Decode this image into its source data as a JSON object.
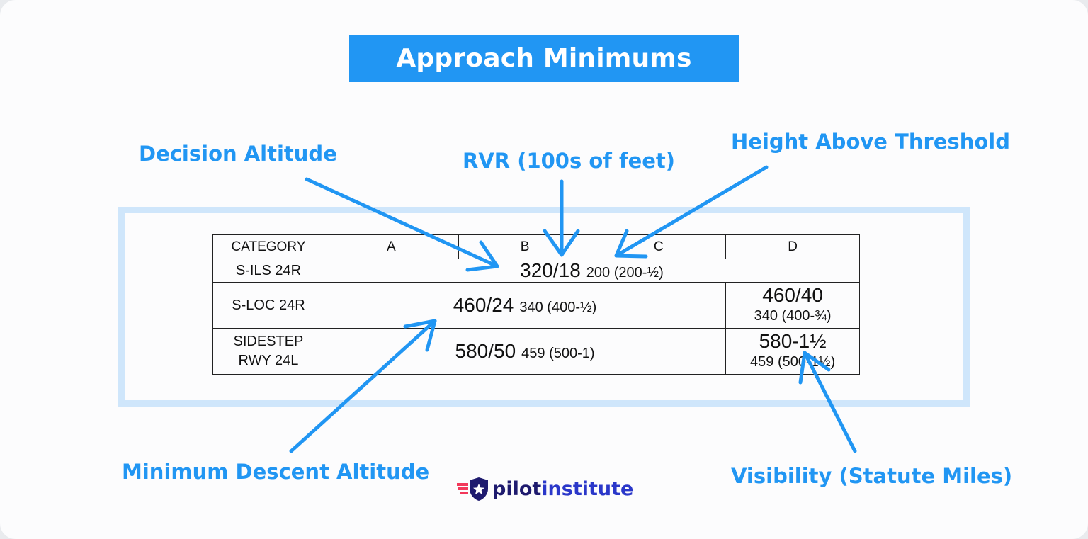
{
  "title": "Approach Minimums",
  "labels": {
    "decision_altitude": "Decision Altitude",
    "rvr": "RVR (100s of feet)",
    "height_above_threshold": "Height Above Threshold",
    "minimum_descent_altitude": "Minimum Descent Altitude",
    "visibility": "Visibility (Statute Miles)"
  },
  "table": {
    "header": [
      "CATEGORY",
      "A",
      "B",
      "C",
      "D"
    ],
    "rows": [
      {
        "category": "S-ILS 24R",
        "main_big": "320/18",
        "main_small": "200 (200-½)"
      },
      {
        "category": "S-LOC 24R",
        "main_big": "460/24",
        "main_small": "340 (400-½)",
        "d_big": "460/40",
        "d_small": "340 (400-¾)"
      },
      {
        "category_line1": "SIDESTEP",
        "category_line2": "RWY 24L",
        "main_big": "580/50",
        "main_small": "459 (500-1)",
        "d_big": "580-1½",
        "d_small": "459 (500-1½)"
      }
    ]
  },
  "logo": {
    "part1": "pilot",
    "part2": "institute"
  },
  "colors": {
    "accent": "#2196f3",
    "frame": "#cfe6fb",
    "logo_navy": "#1e1a6e",
    "logo_red": "#f2385a"
  }
}
